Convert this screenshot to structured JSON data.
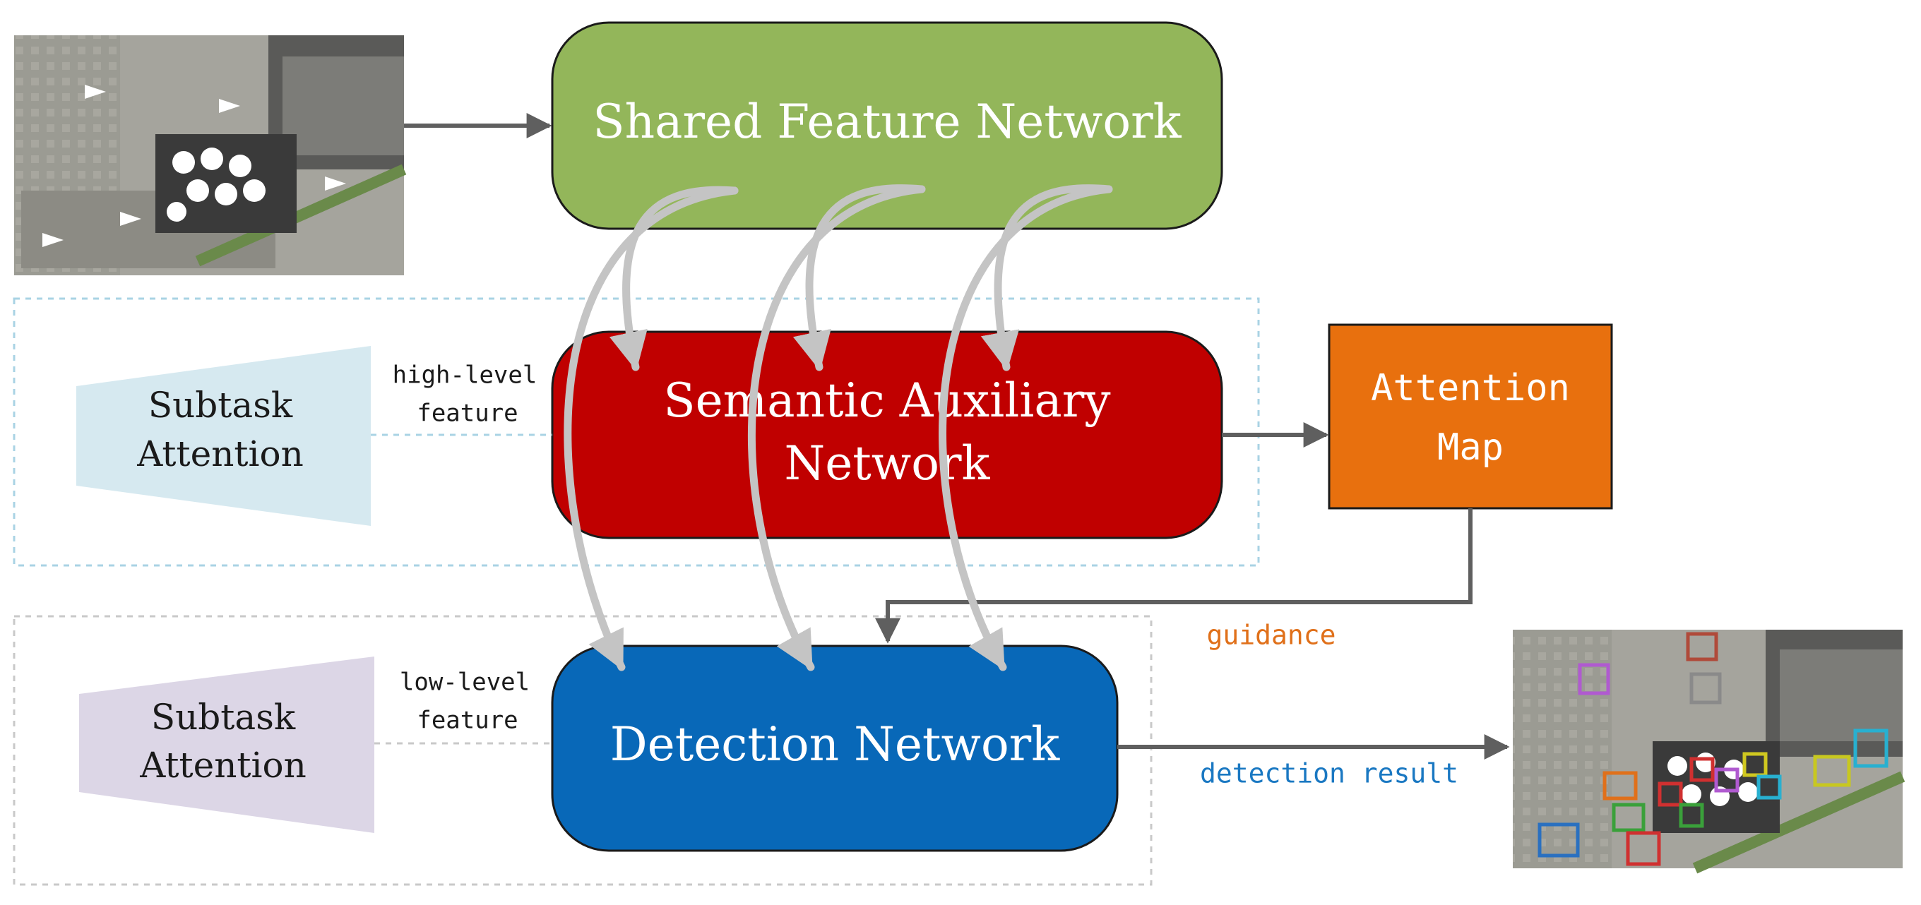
{
  "boxes": {
    "shared": "Shared Feature Network",
    "semantic_line1": "Semantic Auxiliary",
    "semantic_line2": "Network",
    "attention_map_line1": "Attention",
    "attention_map_line2": "Map",
    "detection": "Detection Network"
  },
  "subtask_top": {
    "line1": "Subtask",
    "line2": "Attention"
  },
  "subtask_bottom": {
    "line1": "Subtask",
    "line2": "Attention"
  },
  "labels": {
    "high_level_1": "high-level",
    "high_level_2": "feature",
    "low_level_1": "low-level",
    "low_level_2": "feature",
    "guidance": "guidance",
    "detection_result": "detection result"
  },
  "colors": {
    "shared_fill": "#93b65a",
    "semantic_fill": "#c00000",
    "attention_fill": "#e8700e",
    "detection_fill": "#0868b8",
    "subtask_top_fill": "#d6e9f0",
    "subtask_bottom_fill": "#dcd6e6",
    "guidance_text": "#e0701a",
    "result_text": "#1a78c2"
  }
}
